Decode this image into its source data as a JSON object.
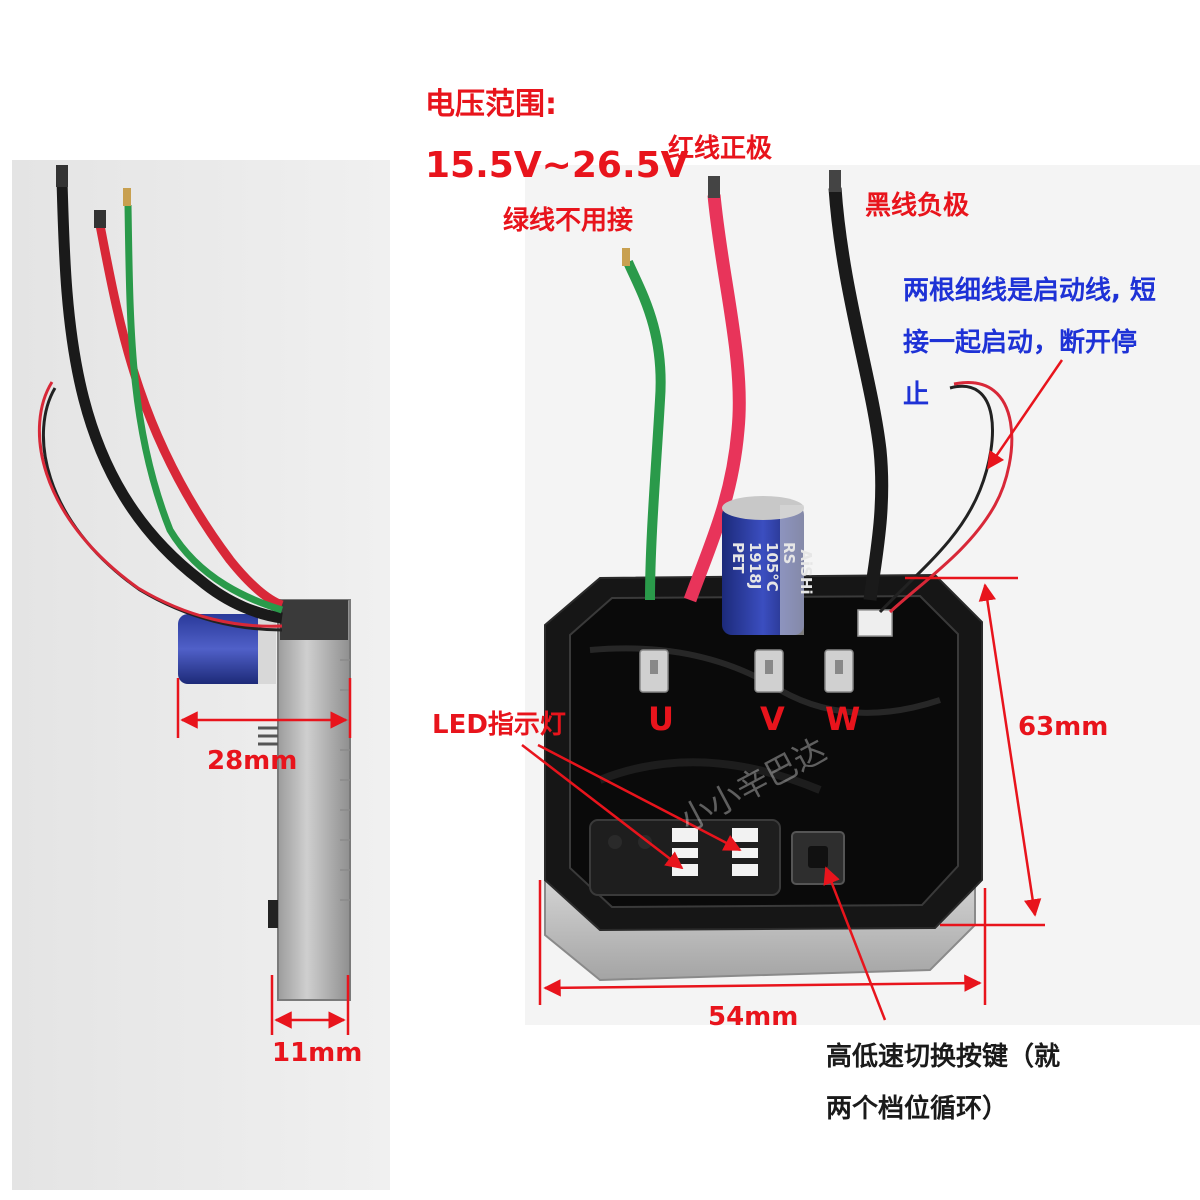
{
  "labels": {
    "voltage_title": "电压范围:",
    "voltage_range": "15.5V~26.5V",
    "red_wire": "红线正极",
    "green_wire": "绿线不用接",
    "black_wire": "黑线负极",
    "start_wire_line1": "两根细线是启动线, 短",
    "start_wire_line2": "接一起启动，断开停",
    "start_wire_line3": "止",
    "terminal_u": "U",
    "terminal_v": "V",
    "terminal_w": "W",
    "led": "LED指示灯",
    "switch_line1": "高低速切换按键（就",
    "switch_line2": "两个档位循环）",
    "watermark": "小小辛巴达"
  },
  "dimensions": {
    "side_depth": "28mm",
    "side_thickness": "11mm",
    "width": "54mm",
    "height": "63mm"
  },
  "capacitor_print": {
    "brand": "AiSHi",
    "spec": "RS 105°C",
    "code": "1918J PET"
  },
  "colors": {
    "annotation_red": "#e8141c",
    "annotation_blue": "#1e32d6",
    "wire_red": "#e8345a",
    "wire_green": "#2a9a4a",
    "wire_black": "#1a1a1a",
    "capacitor_blue": "#2a3a9a",
    "heatsink_gray": "#b8b8b8",
    "housing_black": "#161616"
  }
}
